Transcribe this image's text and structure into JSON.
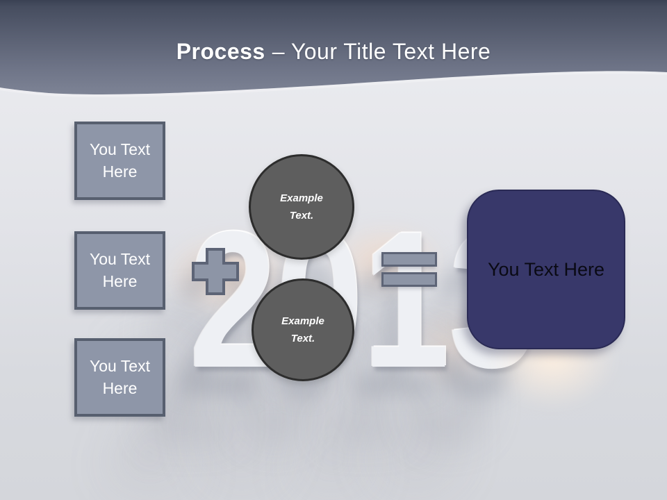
{
  "slide": {
    "title": {
      "emphasis": "Process",
      "rest": "– Your Title Text Here"
    },
    "background_year": "2013"
  },
  "left_boxes": [
    {
      "label": "You Text Here"
    },
    {
      "label": "You Text Here"
    },
    {
      "label": "You Text Here"
    }
  ],
  "operators": {
    "plus_icon": "plus-icon",
    "equals_icon": "equals-icon"
  },
  "circles": [
    {
      "label": "Example Text."
    },
    {
      "label": "Example Text."
    }
  ],
  "result_box": {
    "label": "You Text Here"
  },
  "colors": {
    "header_gradient_top": "#3a4153",
    "header_gradient_bottom": "#7d8395",
    "title_text": "#ffffff",
    "square_fill": "#8e96a8",
    "square_border": "#575f6f",
    "operator_fill": "#8d95a6",
    "operator_border": "#5d6476",
    "circle_fill": "#5e5e5e",
    "circle_border": "#2d2d2d",
    "result_fill": "#38386a",
    "result_border": "#2a2a55",
    "result_text": "#0a0a14",
    "year_text": "#eef0f4",
    "slide_background": "#dcdde2"
  }
}
